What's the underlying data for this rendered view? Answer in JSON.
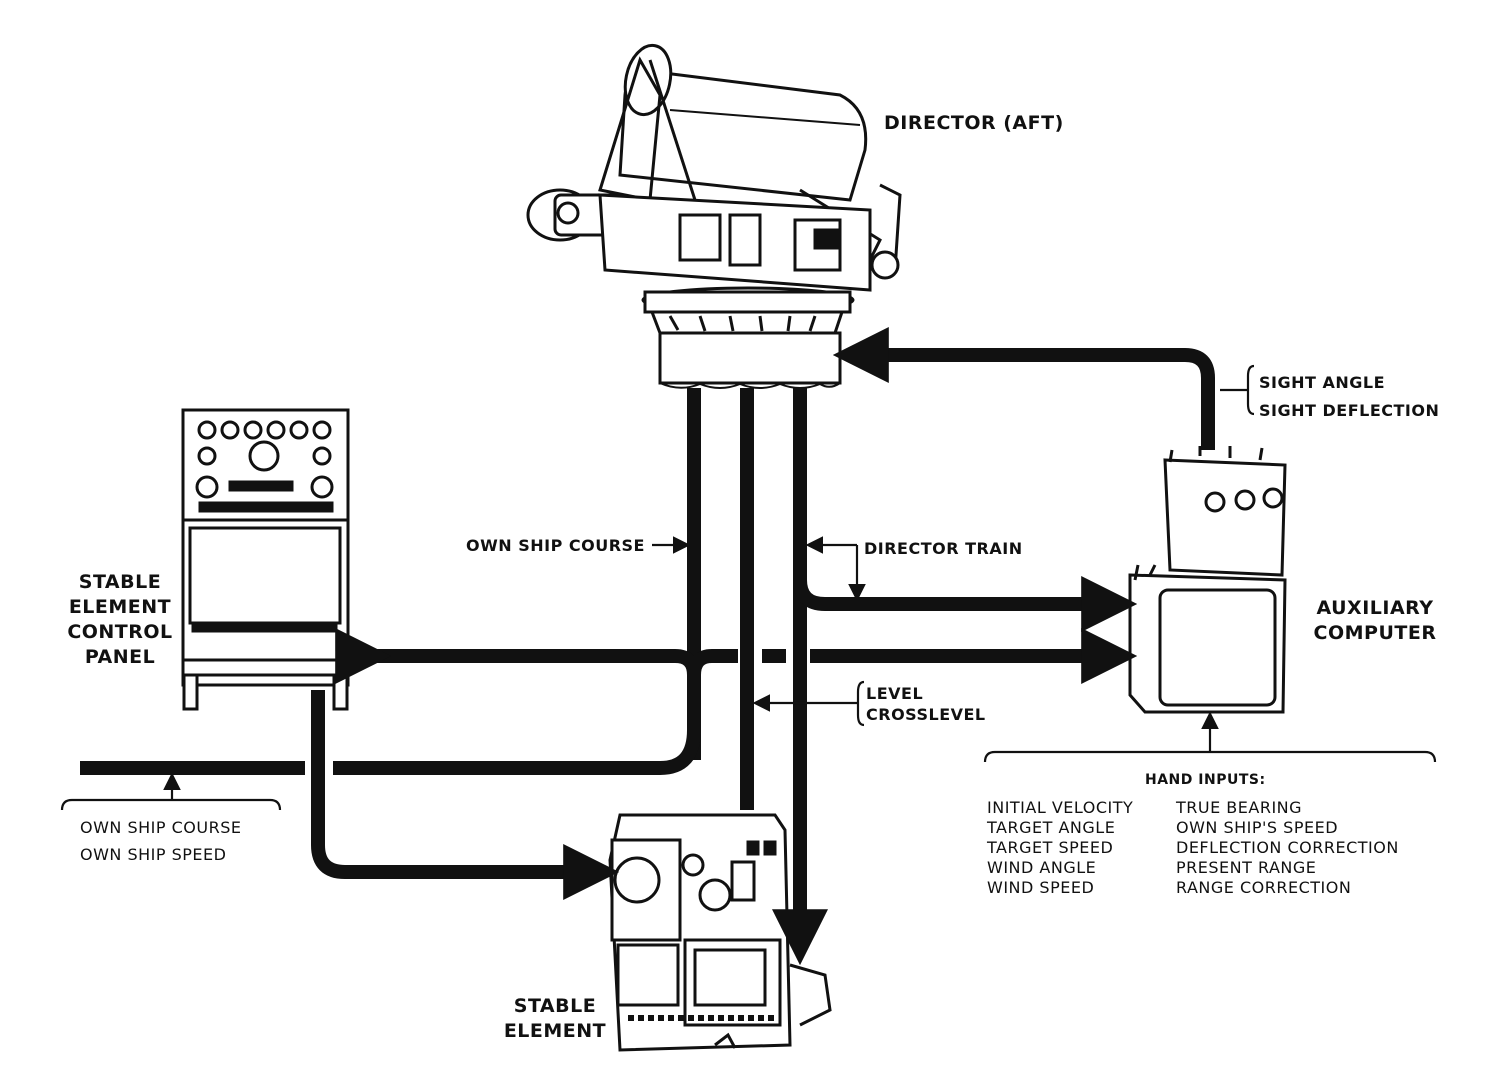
{
  "title": "Fire control system block diagram",
  "components": {
    "director": {
      "label": "DIRECTOR (AFT)"
    },
    "stable_element_control_panel": {
      "lines": [
        "STABLE",
        "ELEMENT",
        "CONTROL",
        "PANEL"
      ]
    },
    "auxiliary_computer": {
      "lines": [
        "AUXILIARY",
        "COMPUTER"
      ]
    },
    "stable_element": {
      "lines": [
        "STABLE",
        "ELEMENT"
      ]
    }
  },
  "signals": {
    "own_ship_course_vertical": "OWN SHIP COURSE",
    "director_train": "DIRECTOR TRAIN",
    "level_crosslevel": [
      "LEVEL",
      "CROSSLEVEL"
    ],
    "sight": [
      "SIGHT ANGLE",
      "SIGHT DEFLECTION"
    ],
    "own_ship_inputs": [
      "OWN SHIP COURSE",
      "OWN SHIP SPEED"
    ]
  },
  "hand_inputs": {
    "title": "HAND INPUTS:",
    "left": [
      "INITIAL VELOCITY",
      "TARGET ANGLE",
      "TARGET SPEED",
      "WIND ANGLE",
      "WIND SPEED"
    ],
    "right": [
      "TRUE BEARING",
      "OWN SHIP'S SPEED",
      "DEFLECTION CORRECTION",
      "PRESENT RANGE",
      "RANGE CORRECTION"
    ]
  },
  "colors": {
    "ink": "#111111",
    "paper": "#ffffff"
  }
}
